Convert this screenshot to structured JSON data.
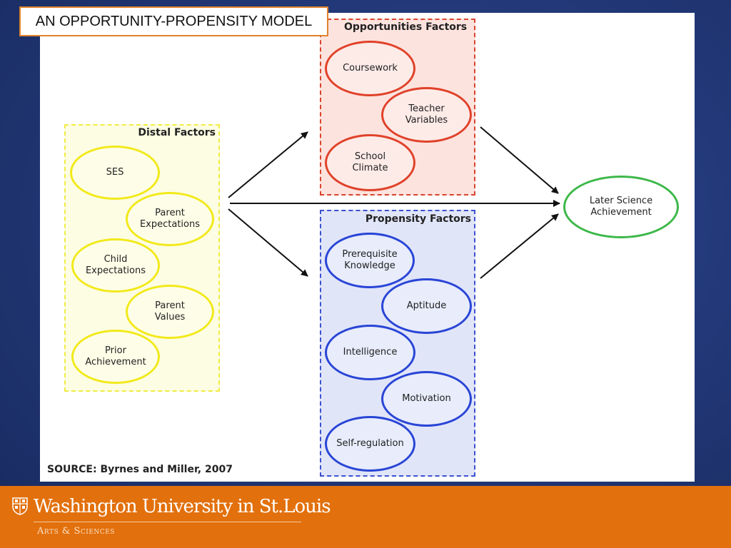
{
  "slide": {
    "title": "AN OPPORTUNITY-PROPENSITY MODEL"
  },
  "diagram": {
    "distal": {
      "title": "Distal Factors",
      "items": [
        "SES",
        "Parent\nExpectations",
        "Child\nExpectations",
        "Parent\nValues",
        "Prior\nAchievement"
      ]
    },
    "opportunities": {
      "title": "Opportunities Factors",
      "items": [
        "Coursework",
        "Teacher\nVariables",
        "School\nClimate"
      ]
    },
    "propensity": {
      "title": "Propensity Factors",
      "items": [
        "Prerequisite\nKnowledge",
        "Aptitude",
        "Intelligence",
        "Motivation",
        "Self-regulation"
      ]
    },
    "outcome": "Later Science\nAchievement",
    "source": "SOURCE: Byrnes and Miller, 2007",
    "colors": {
      "distal": "#f2e91b",
      "opportunities": "#e0422a",
      "propensity": "#2945d6",
      "outcome": "#3db84a",
      "background": "#23397a",
      "footer": "#e2700c"
    }
  },
  "footer": {
    "university": "Washington University in St.Louis",
    "school": "Arts & Sciences",
    "crest_icon": "university-crest-icon"
  }
}
